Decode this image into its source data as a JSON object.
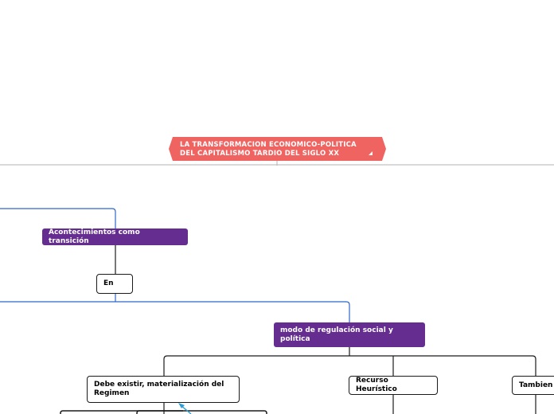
{
  "root": {
    "line1": "LA TRANSFORMACION ECONOMICO-POLITICA",
    "line2": "DEL CAPITALISMO TARDIO  DEL SIGLO XX"
  },
  "nodes": {
    "acontecimientos": "Acontecimientos como transición",
    "en": "En",
    "modo": "modo de regulación social y política",
    "debe": "Debe existir, materialización del Regimen",
    "recurso": "Recurso Heurístico",
    "tambien": "Tambien"
  },
  "colors": {
    "root": "#ef6461",
    "topic": "#662d91",
    "blue_line": "#2f66cc",
    "arrow": "#2a9fd6"
  }
}
